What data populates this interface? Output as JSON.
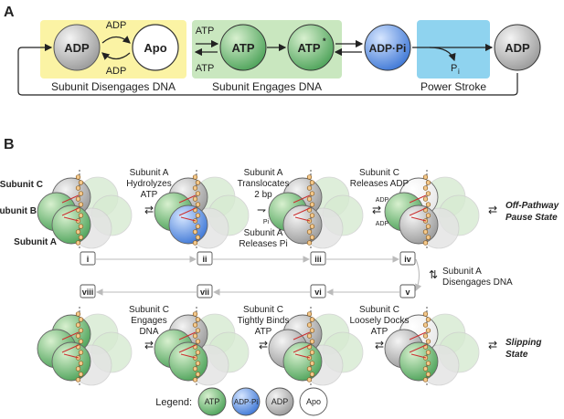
{
  "panels": {
    "a": {
      "letter": "A"
    },
    "b": {
      "letter": "B"
    }
  },
  "panel_a": {
    "states": {
      "adp1": "ADP",
      "apo": "Apo",
      "atp1": "ATP",
      "atp2": "ATP",
      "atp2_sup": "*",
      "adppi": "ADP·Pi",
      "adp2": "ADP"
    },
    "arrow_labels": {
      "adp_top": "ADP",
      "adp_bottom": "ADP",
      "atp_top": "ATP",
      "atp_bottom": "ATP",
      "pi": "P",
      "pi_sub": "i"
    },
    "boxes": {
      "yellow": {
        "label": "Subunit Disengages DNA",
        "color": "#fbf3a4"
      },
      "green": {
        "label": "Subunit Engages DNA",
        "color": "#c9e7bf"
      },
      "blue": {
        "label": "Power Stroke",
        "color": "#8fd3ef"
      }
    }
  },
  "panel_b": {
    "subunit_labels": {
      "c": "Subunit C",
      "b": "Subunit B",
      "a": "Subunit A"
    },
    "top_steps": [
      {
        "lines": [
          "Subunit A",
          "Hydrolyzes",
          "ATP"
        ]
      },
      {
        "lines": [
          "Subunit A",
          "Translocates",
          "2 bp"
        ],
        "small": "Pi",
        "lines2": [
          "Subunit A",
          "Releases Pi"
        ]
      },
      {
        "lines": [
          "Subunit C",
          "Releases ADP"
        ],
        "small_top": "ADP",
        "small_bottom": "ADP"
      }
    ],
    "bottom_steps": [
      {
        "lines": [
          "Subunit C",
          "Engages",
          "DNA"
        ]
      },
      {
        "lines": [
          "Subunit C",
          "Tightly Binds",
          "ATP"
        ]
      },
      {
        "lines": [
          "Subunit C",
          "Loosely Docks",
          "ATP"
        ]
      }
    ],
    "side_states": {
      "pause_line1": "Off-Pathway",
      "pause_line2": "Pause State",
      "slip_line1": "Slipping",
      "slip_line2": "State"
    },
    "transition": {
      "line1": "Subunit A",
      "line2": "Disengages DNA"
    },
    "roman_top": [
      "i",
      "ii",
      "iii",
      "iv"
    ],
    "roman_bottom": [
      "viii",
      "vii",
      "vi",
      "v"
    ],
    "legend": {
      "title": "Legend:",
      "items": [
        {
          "label": "ATP",
          "color": "#5fb368"
        },
        {
          "label": "ADP·Pi",
          "color": "#5b93e4"
        },
        {
          "label": "ADP",
          "color": "#b8b8b8"
        },
        {
          "label": "Apo",
          "color": "#ffffff"
        }
      ]
    }
  }
}
